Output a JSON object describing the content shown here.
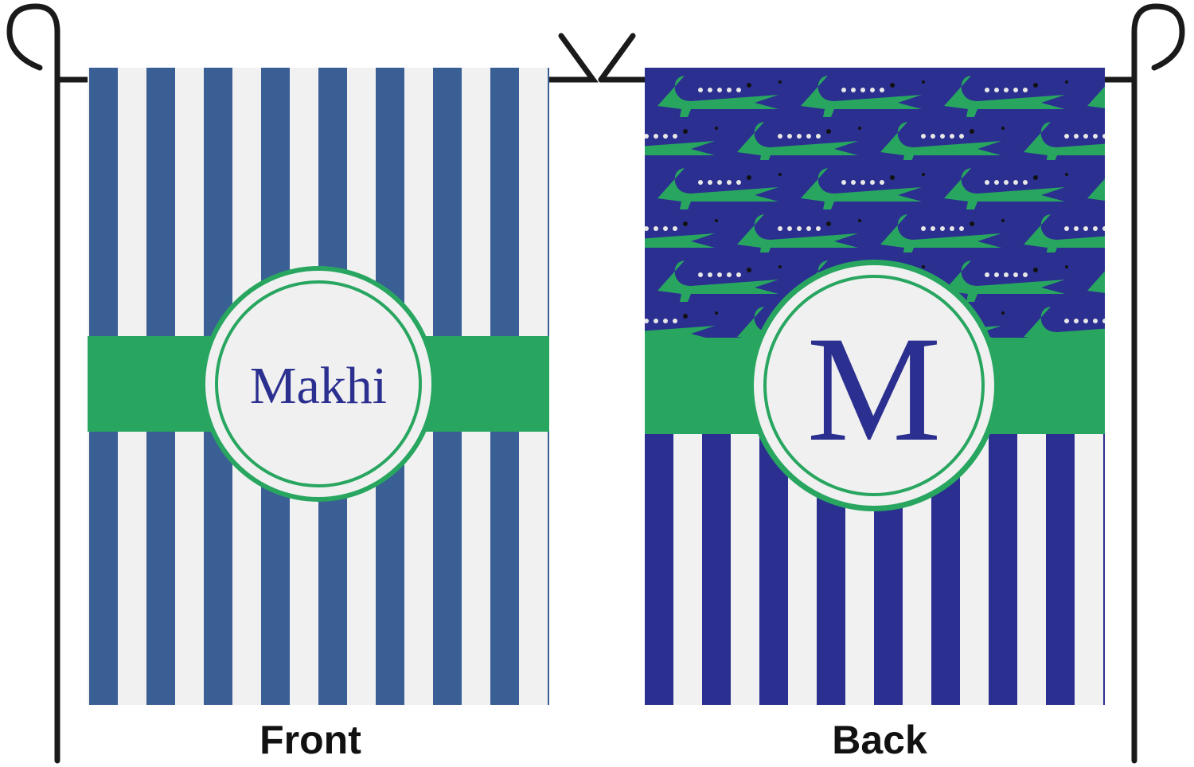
{
  "front": {
    "caption": "Front",
    "name": "Makhi",
    "stripe_color": "#3a5f95",
    "band_color": "#28a660",
    "text_color": "#2b2f8f"
  },
  "back": {
    "caption": "Back",
    "monogram": "M",
    "background_color": "#2b2f8f",
    "alligator_color": "#28a660",
    "band_color": "#28a660",
    "text_color": "#2b2f8f"
  }
}
